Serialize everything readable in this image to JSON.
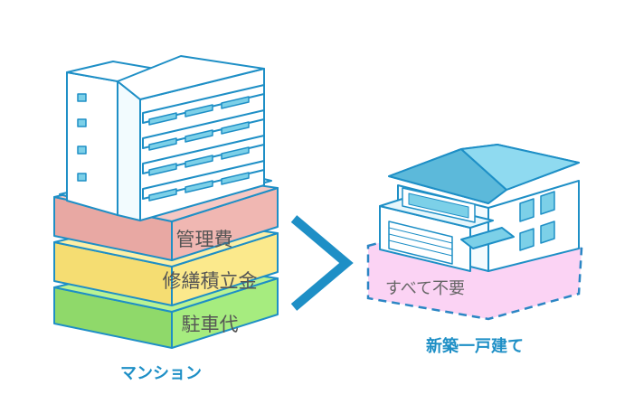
{
  "condo": {
    "label": "マンション",
    "costs": [
      "管理費",
      "修繕積立金",
      "駐車代"
    ]
  },
  "house": {
    "label": "新築一戸建て",
    "cost_note": "すべて不要"
  },
  "colors": {
    "accent": "#1e8fc6",
    "fee1": "#f0b7b2",
    "fee2": "#fbe98c",
    "fee3": "#a6ec7f",
    "outline": "#1e8fc6",
    "roof": "#7cd0e8",
    "none_fill": "#fbd3f4",
    "none_stroke": "#2b86c4"
  },
  "icons": {
    "condo": "apartment-building-icon",
    "house": "house-icon",
    "compare": "chevron-right-icon"
  }
}
